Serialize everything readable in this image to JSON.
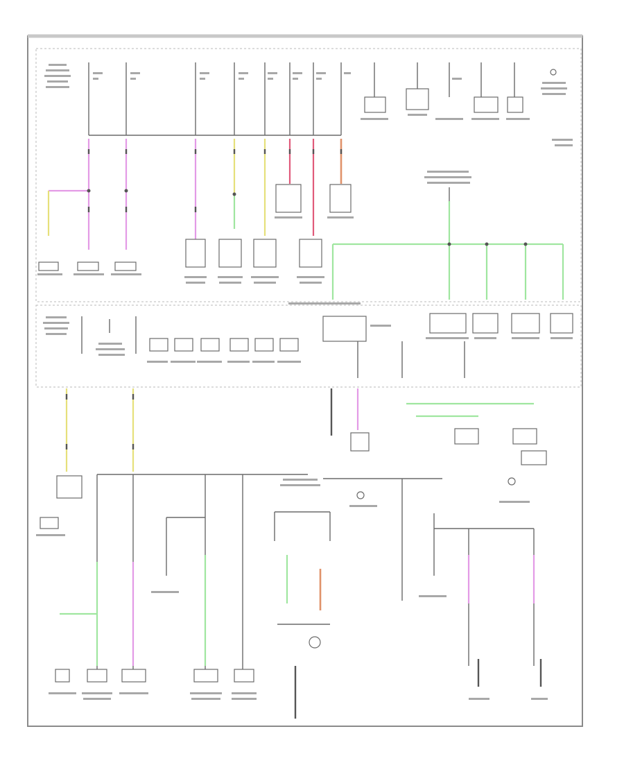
{
  "diagram": {
    "title": "",
    "frame_label": "",
    "colors": {
      "wire_pink": "#e39ae6",
      "wire_green": "#9fe69f",
      "wire_yellow": "#e6e07a",
      "wire_orange": "#e0926a",
      "wire_red": "#e05a7a",
      "line": "#6a6a6a"
    },
    "sections": [
      "top-fuse-panel",
      "middle-fuse-panel",
      "bottom-circuits"
    ]
  }
}
